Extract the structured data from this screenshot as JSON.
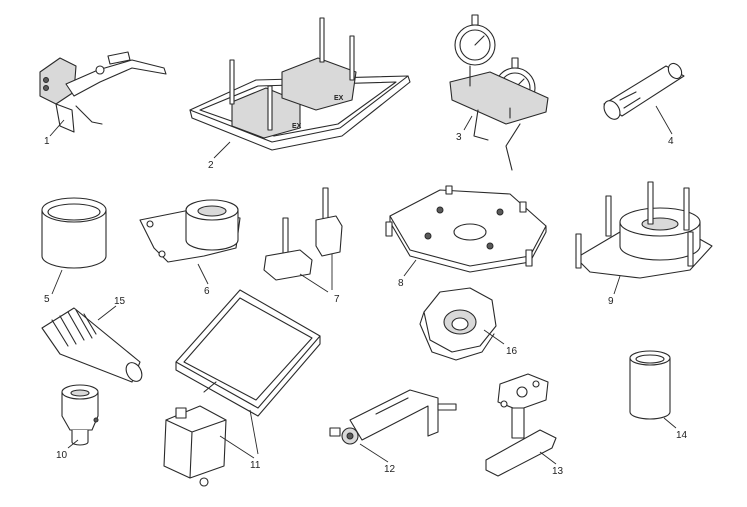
{
  "callouts": [
    "1",
    "2",
    "3",
    "4",
    "5",
    "6",
    "7",
    "8",
    "9",
    "10",
    "11",
    "12",
    "13",
    "14",
    "15",
    "16"
  ],
  "tags": {
    "tray_left": "EX",
    "tray_right": "EX"
  }
}
